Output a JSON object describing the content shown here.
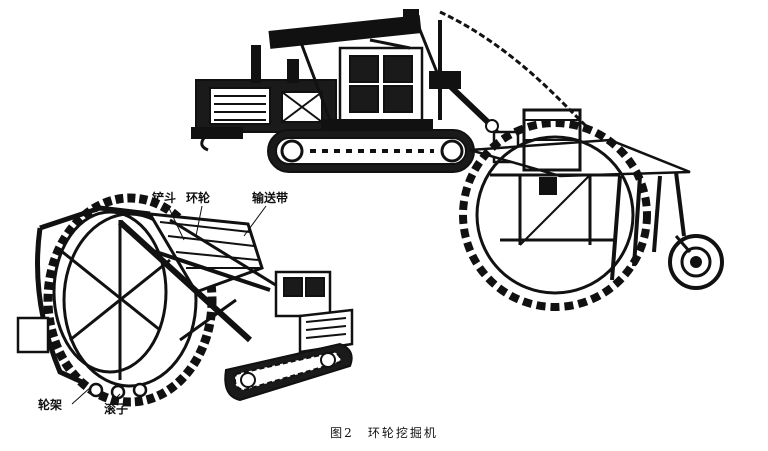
{
  "figure": {
    "number": "图2",
    "title": "环轮挖掘机"
  },
  "labels": {
    "bucket": "铲斗",
    "ring_wheel": "环轮",
    "conveyor_belt": "输送带",
    "wheel_frame": "轮架",
    "roller": "滚子"
  },
  "colors": {
    "ink": "#111111",
    "paper": "#ffffff"
  }
}
